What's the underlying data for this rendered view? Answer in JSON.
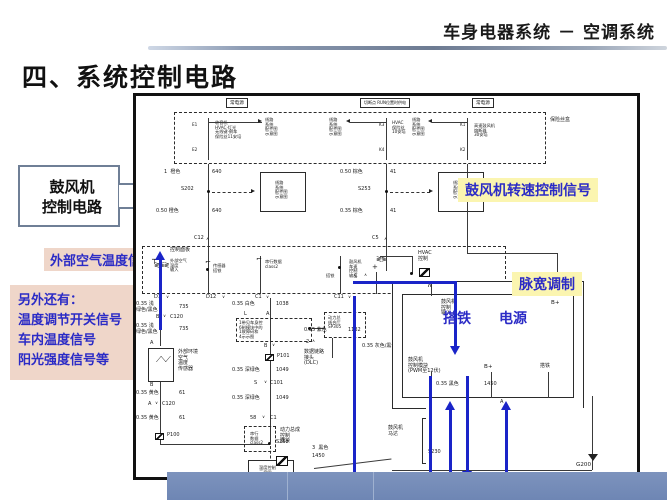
{
  "header": {
    "title": "车身电器系统 －  空调系统",
    "page_title": "四、系统控制电路"
  },
  "callouts": {
    "blower_control_circuit": "鼓风机\n控制电路",
    "outside_air_temp_signal": "外部空气温度信号",
    "blower_speed_control_signal": "鼓风机转速控制信号",
    "pwm": "脉宽调制",
    "ground": "搭铁",
    "power": "电源",
    "also_title": "另外还有：",
    "also_items": [
      "温度调节开关信号",
      "车内温度信号",
      "阳光强度信号等"
    ]
  },
  "diagram": {
    "top_captions": [
      "常电源",
      "切断点 RUN位置时供电",
      "常电源"
    ],
    "fusebox_label": "保险丝盒",
    "fuses": [
      {
        "id": "E1",
        "text": "收音机·\nHVAC·灯光\n无线键·倒车\n保险丝11安培"
      },
      {
        "id": "E2",
        "text": ""
      },
      {
        "id": "K3",
        "text": "HVAC\n保险丝\n10安培"
      },
      {
        "id": "K4",
        "text": ""
      },
      {
        "id": "K1",
        "text": "高速鼓风机\n熔断器\n30安培"
      },
      {
        "id": "K2",
        "text": ""
      }
    ],
    "fuse_branch_notes": [
      "线路\n系统\n配件图\n示意图",
      "线路\n系统\n配件图\n示意图",
      "线路\n系统\n配件图\n示意图"
    ],
    "ref_boxes": [
      "线路\n系统\n配件图\n示意图",
      "线路\n系统\n配件图\n示意图"
    ],
    "wires": [
      {
        "spec": "1  橙色",
        "code": "640"
      },
      {
        "spec": "0.50 橙色",
        "code": "640"
      },
      {
        "spec": "0.50 棕色",
        "code": "41"
      },
      {
        "spec": "0.35 棕色",
        "code": "41"
      },
      {
        "spec": "0.35 白色",
        "code": "1038"
      },
      {
        "spec": "0.35 浅\n绿色/黑色",
        "code": "735"
      },
      {
        "spec": "0.35 浅\n绿色/黑色",
        "code": "735"
      },
      {
        "spec": "0.35 黄色",
        "code": "61"
      },
      {
        "spec": "0.35 黄色",
        "code": "61"
      },
      {
        "spec": "0.35 黄色",
        "code": ""
      },
      {
        "spec": "0.35 深绿色",
        "code": "1049"
      },
      {
        "spec": "0.35 深绿色",
        "code": "1049"
      },
      {
        "spec": "0.35 紫色",
        "code": "1132"
      },
      {
        "spec": "0.35 灰色/黑色",
        "code": "754"
      },
      {
        "spec": "0.35 黑色",
        "code": "1450"
      },
      {
        "spec": "3  黑色",
        "code": "150"
      },
      {
        "spec": "3  黑色",
        "code": "1450"
      }
    ],
    "splices": [
      "S202",
      "S253",
      "S258",
      "S230"
    ],
    "connectors": [
      "C12",
      "C5",
      "C1",
      "C11",
      "C120",
      "C101",
      "C1",
      "C120"
    ],
    "grounds": [
      "P100",
      "P100",
      "P101",
      "G200"
    ],
    "pins": [
      "D1",
      "D12",
      "C1",
      "C11",
      "A",
      "B",
      "L",
      "A",
      "C",
      "B",
      "2",
      "58",
      "A",
      "B",
      "B+",
      "A"
    ],
    "hvac_panel_label": "控制面板",
    "hvac_control": "HVAC\n控制",
    "blocks": [
      {
        "name": "ambient-air-temp-sensor",
        "label": "外部环境\n空气\n温度\n传感器"
      },
      {
        "name": "ambient-air-temp-input",
        "label": "外部空气\n温度\n输入"
      },
      {
        "name": "sensor-ground",
        "label": "传感器\n搭铁"
      },
      {
        "name": "serial-data",
        "label": "串行数据\nclass2"
      },
      {
        "name": "hvac-ground",
        "label": "搭铁"
      },
      {
        "name": "blower-speed-control",
        "label": "鼓风机\n车速\n控制\n输出"
      },
      {
        "name": "body-control-module",
        "label": "1带见车身控\n6制模块中的\n1故障码和\n4示示图"
      },
      {
        "name": "ecm-reference",
        "label": "动力总\n线合厅\nSP305"
      },
      {
        "name": "dlc",
        "label": "数据链路\n接头\n(DLC)"
      },
      {
        "name": "pcm",
        "label": "动力总成\n控制\n模块"
      },
      {
        "name": "serial-data-class2",
        "label": "串行\n数据\nclass2"
      },
      {
        "name": "temp-control-schematic",
        "label": "温度控制\n示意图"
      },
      {
        "name": "blower-control-module",
        "label": "鼓风机\n控制模块"
      },
      {
        "name": "blower-control-input",
        "label": "鼓风机\n控制\n输入"
      },
      {
        "name": "blower-control-module-pwm",
        "label": "鼓风机\n控制模块\n(PWM至12伏)"
      },
      {
        "name": "b-plus",
        "label": "B+"
      },
      {
        "name": "module-ground",
        "label": "搭铁"
      },
      {
        "name": "blower-motor",
        "label": "鼓风机\n马达"
      }
    ]
  }
}
